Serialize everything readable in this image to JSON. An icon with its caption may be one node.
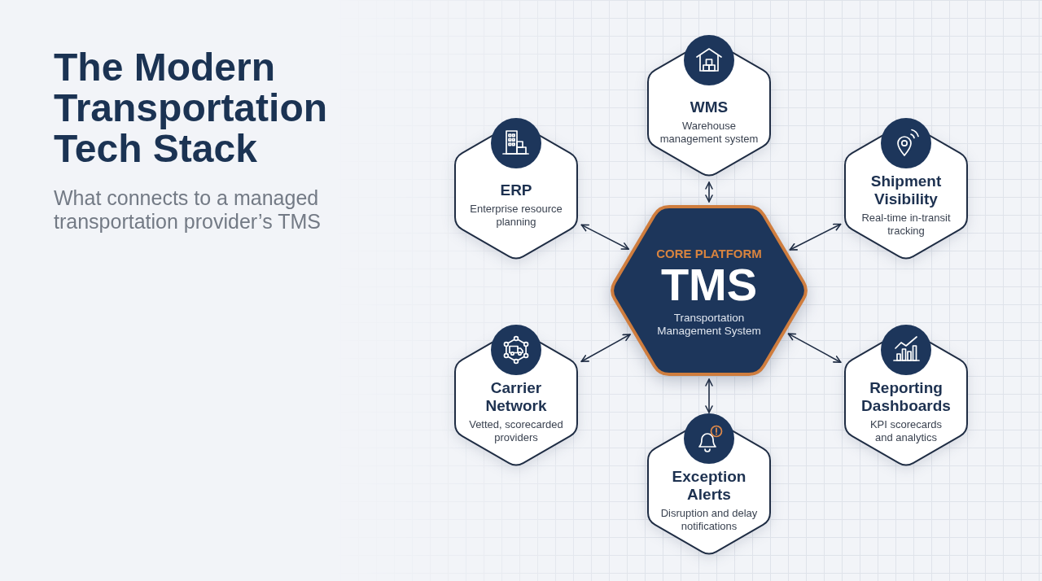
{
  "diagram": {
    "title": "The Modern Transportation Tech Stack",
    "nodes": [
      {
        "text": [
          "WMS",
          "Warehouse management system"
        ]
      },
      {
        "text": [
          "ERP",
          "Enterprise resource planning"
        ]
      },
      {
        "text": [
          "Shipment Visibility",
          "Real-time in-transit tracking"
        ]
      },
      {
        "text": [
          "CORE PLATFORM",
          "TMS",
          "Transportation Management System"
        ]
      },
      {
        "text": [
          "Carrier Network",
          "Vetted, scorecarded providers"
        ]
      },
      {
        "text": [
          "Reporting Dashboards",
          "KPI scorecards and analytics"
        ]
      },
      {
        "text": [
          "Exception Alerts",
          "Disruption and delay notifications"
        ]
      }
    ],
    "edges": [
      {
        "from": 3,
        "to": 0,
        "arrow": "both"
      },
      {
        "from": 3,
        "to": 1,
        "arrow": "both"
      },
      {
        "from": 3,
        "to": 2,
        "arrow": "both"
      },
      {
        "from": 3,
        "to": 4,
        "arrow": "both"
      },
      {
        "from": 3,
        "to": 5,
        "arrow": "both"
      },
      {
        "from": 3,
        "to": 6,
        "arrow": "both"
      }
    ],
    "labels": [
      "What connects to a managed transportation provider’s TMS"
    ]
  }
}
